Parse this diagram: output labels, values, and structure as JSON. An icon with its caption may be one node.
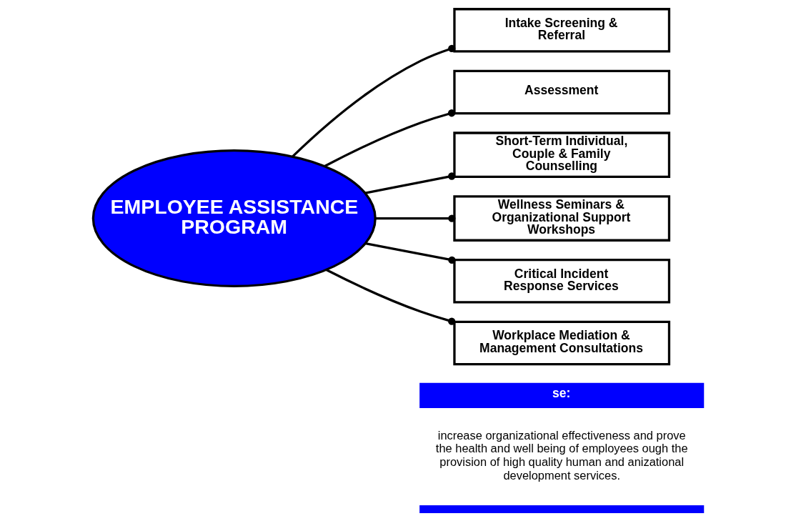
{
  "diagram": {
    "nodes": [
      {
        "text": [
          "EMPLOYEE ASSISTANCE PROGRAM"
        ]
      },
      {
        "text": [
          "Intake Screening & Referral"
        ]
      },
      {
        "text": [
          "Assessment"
        ]
      },
      {
        "text": [
          "Short-Term Individual, Couple & Family Counselling"
        ]
      },
      {
        "text": [
          "Wellness Seminars & Organizational Support Workshops"
        ]
      },
      {
        "text": [
          "Critical Incident Response Services"
        ]
      },
      {
        "text": [
          "Workplace Mediation & Management Consultations"
        ]
      },
      {
        "text": [
          "se:"
        ]
      },
      {
        "text": [],
        "shape": "bar"
      }
    ],
    "edges": [
      {
        "from": 0,
        "to": 1,
        "arrow": "other"
      },
      {
        "from": 0,
        "to": 2,
        "arrow": "other"
      },
      {
        "from": 0,
        "to": 3,
        "arrow": "other"
      },
      {
        "from": 0,
        "to": 4,
        "arrow": "other"
      },
      {
        "from": 0,
        "to": 5,
        "arrow": "other"
      },
      {
        "from": 0,
        "to": 6,
        "arrow": "other"
      }
    ],
    "labels": [
      "increase organizational effectiveness and prove the health and well being of employees ough the provision of high quality human and anizational development services."
    ]
  }
}
